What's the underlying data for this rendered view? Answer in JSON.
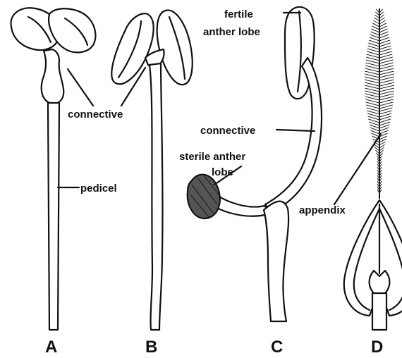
{
  "figure": {
    "panels": [
      {
        "id": "A",
        "letter": "A"
      },
      {
        "id": "B",
        "letter": "B"
      },
      {
        "id": "C",
        "letter": "C"
      },
      {
        "id": "D",
        "letter": "D"
      }
    ],
    "labels": {
      "connective_ab": "connective",
      "pedicel": "pedicel",
      "fertile_line1": "fertile",
      "fertile_line2": "anther lobe",
      "connective_c": "connective",
      "sterile_line1": "sterile anther",
      "sterile_line2": "lobe",
      "appendix": "appendix"
    }
  }
}
